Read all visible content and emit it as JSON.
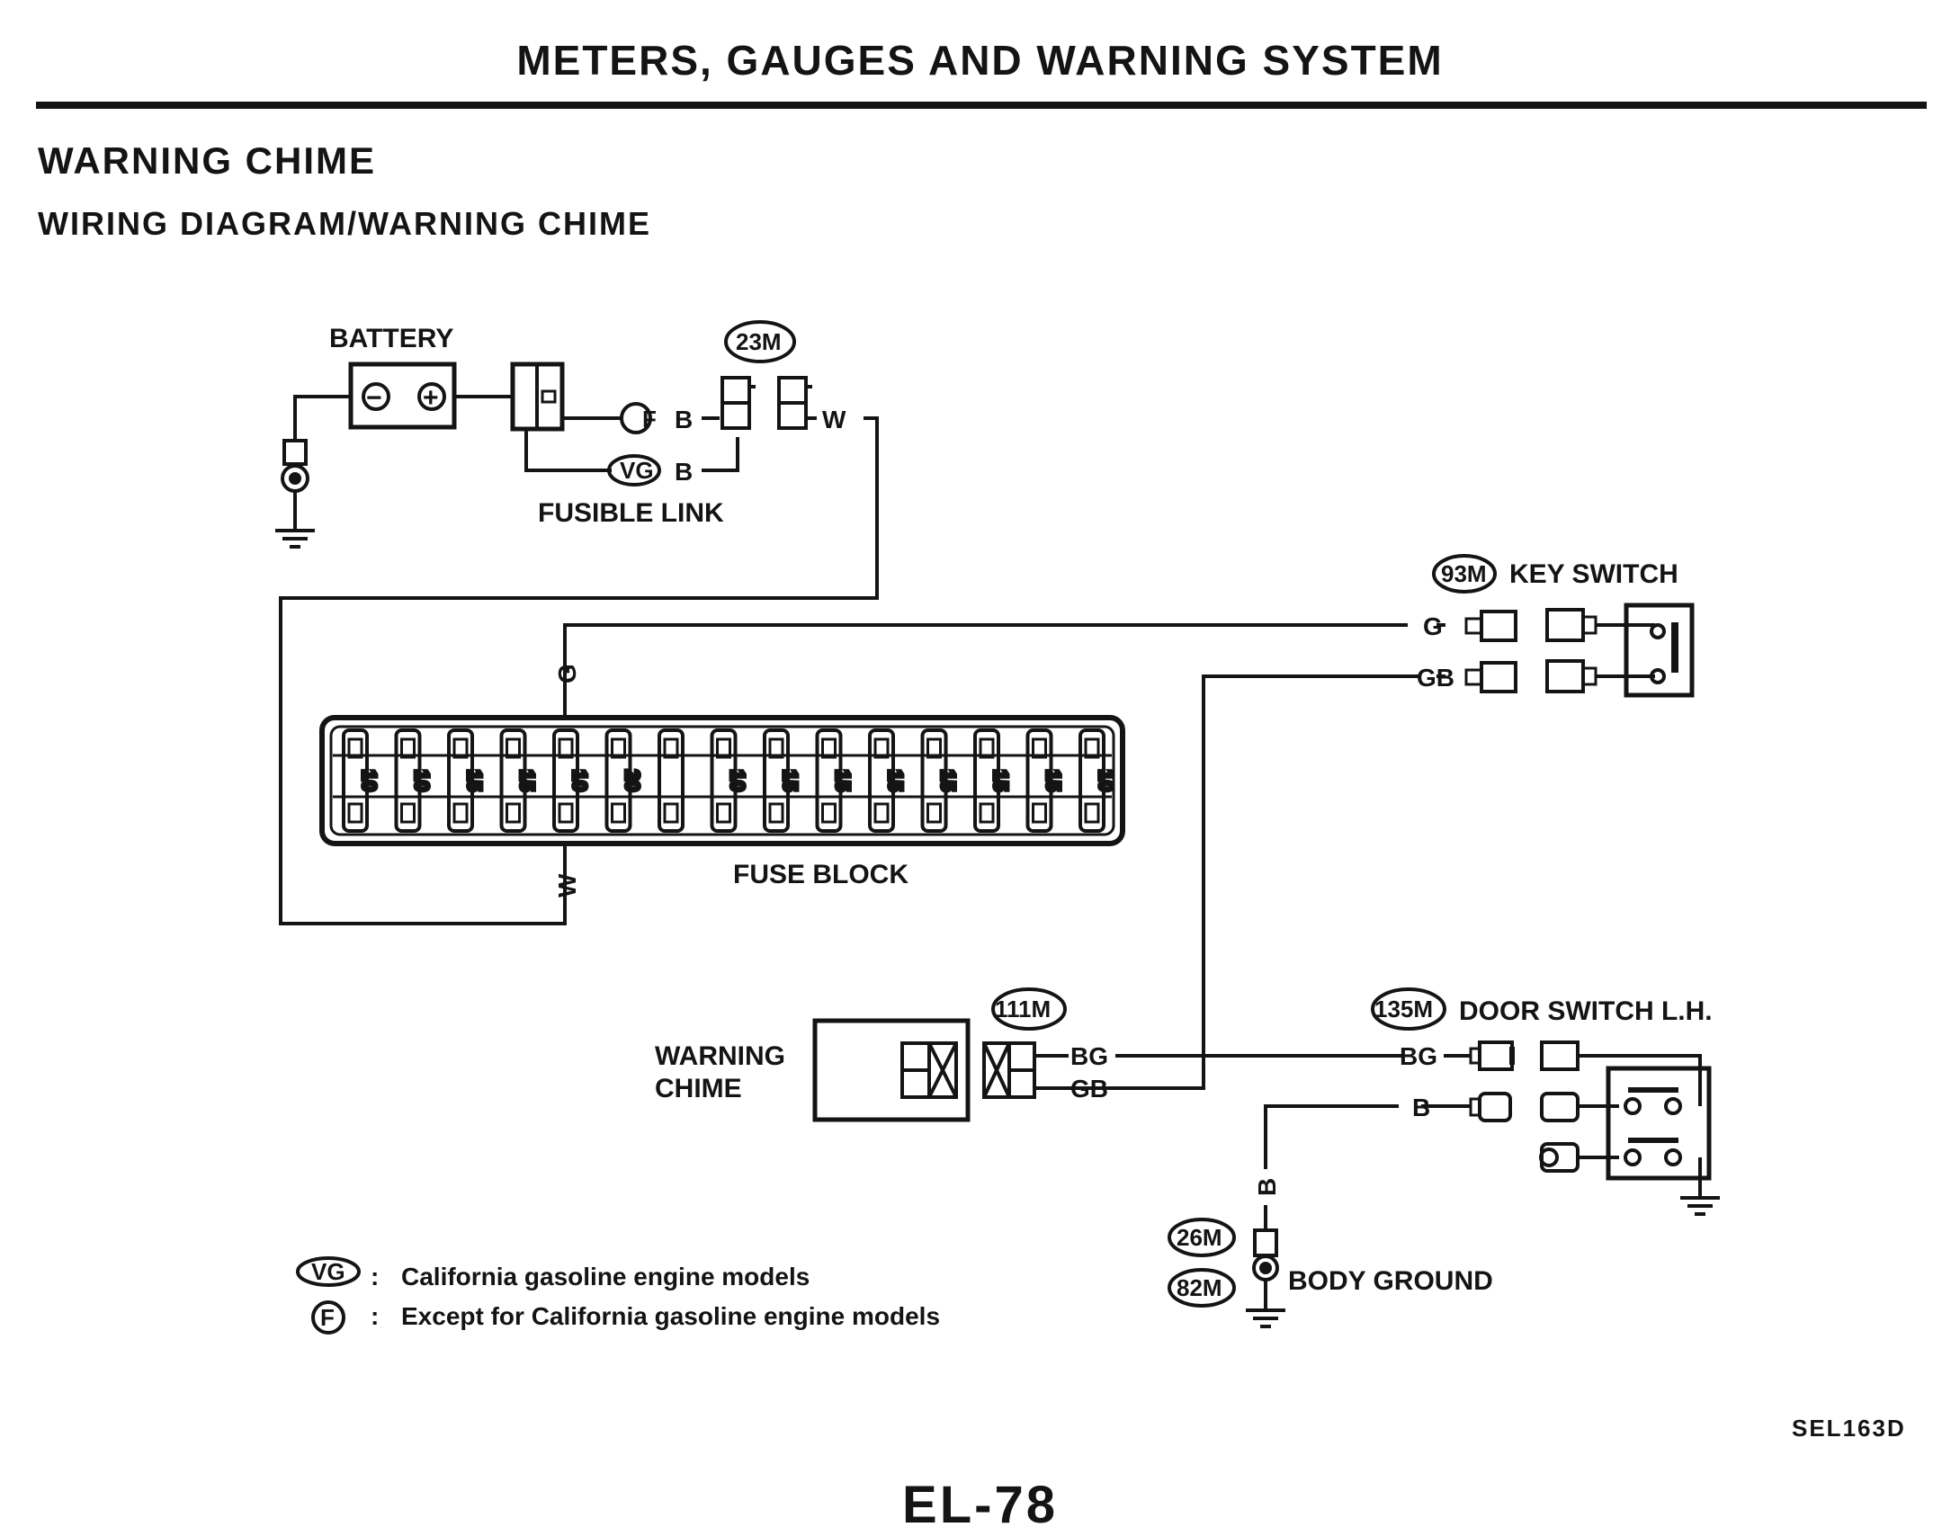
{
  "page": {
    "header": "METERS, GAUGES AND WARNING SYSTEM",
    "section_title": "WARNING CHIME",
    "section_subtitle": "WIRING DIAGRAM/WARNING CHIME",
    "figure_id": "SEL163D",
    "page_number": "EL-78"
  },
  "components": {
    "battery": "BATTERY",
    "fusible_link": "FUSIBLE LINK",
    "fuse_block": "FUSE BLOCK",
    "key_switch": "KEY SWITCH",
    "warning_chime_line1": "WARNING",
    "warning_chime_line2": "CHIME",
    "door_switch": "DOOR SWITCH L.H.",
    "body_ground": "BODY GROUND"
  },
  "connectors": {
    "c23m": "23M",
    "c93m": "93M",
    "c111m": "111M",
    "c135m": "135M",
    "c26m": "26M",
    "c82m": "82M"
  },
  "wire_colors": {
    "fusible_out_f": "B",
    "fusible_out_vg": "B",
    "to_fuse_block": "W",
    "fuse_block_in": "W",
    "fuse_block_out": "G",
    "key_switch_g": "G",
    "key_switch_gb": "GB",
    "chime_bg": "BG",
    "chime_gb": "GB",
    "door_bg": "BG",
    "door_b": "B",
    "ground_b": "B"
  },
  "battery_terminals": {
    "negative": "−",
    "positive": "+"
  },
  "fuse_ratings": [
    "10",
    "10",
    "15",
    "15",
    "10",
    "20",
    "",
    "10",
    "15",
    "15",
    "15",
    "15",
    "15",
    "15",
    "10"
  ],
  "legend": [
    {
      "symbol": "VG",
      "separator": ":",
      "text": "California gasoline engine models"
    },
    {
      "symbol": "F",
      "separator": ":",
      "text": "Except for California gasoline engine models"
    }
  ]
}
